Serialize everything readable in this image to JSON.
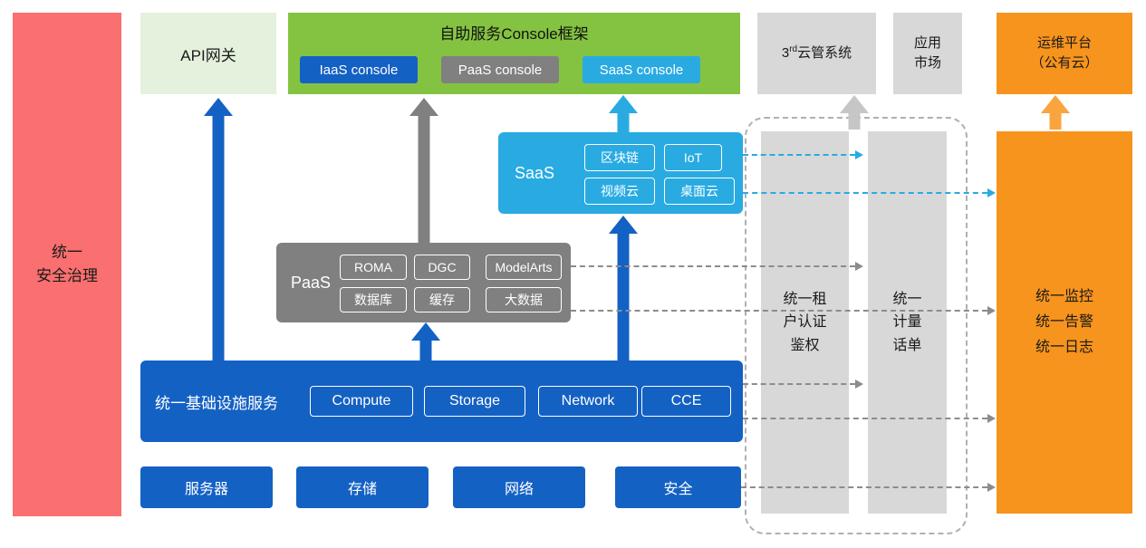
{
  "colors": {
    "red": "#FA6F6F",
    "pale_green": "#E4F1DC",
    "green": "#84C341",
    "blue": "#1461C4",
    "dark_gray": "#808080",
    "light_gray": "#D8D8D8",
    "cyan": "#29ABE2",
    "orange": "#F7941D"
  },
  "security_bar": {
    "label": "统一\n安全治理"
  },
  "api_gateway": {
    "label": "API网关"
  },
  "console_frame": {
    "title": "自助服务Console框架",
    "iaas_label": "IaaS console",
    "paas_label": "PaaS console",
    "saas_label": "SaaS console"
  },
  "third_cloud": {
    "prefix": "3",
    "sup": "rd",
    "suffix": "云管系统"
  },
  "app_market": {
    "label": "应用\n市场"
  },
  "om_platform": {
    "label": "运维平台\n（公有云）"
  },
  "saas": {
    "label": "SaaS",
    "items": [
      "区块链",
      "IoT",
      "视频云",
      "桌面云"
    ]
  },
  "paas": {
    "label": "PaaS",
    "items": [
      "ROMA",
      "DGC",
      "ModelArts",
      "数据库",
      "缓存",
      "大数据"
    ]
  },
  "iaas": {
    "label": "统一基础设施服务",
    "items": [
      "Compute",
      "Storage",
      "Network",
      "CCE"
    ]
  },
  "hardware": {
    "items": [
      "服务器",
      "存储",
      "网络",
      "安全"
    ]
  },
  "auth_bar": {
    "label": "统一租\n户认证\n鉴权"
  },
  "billing_bar": {
    "label": "统一\n计量\n话单"
  },
  "monitor_bar": {
    "label": "统一监控\n统一告警\n统一日志"
  }
}
